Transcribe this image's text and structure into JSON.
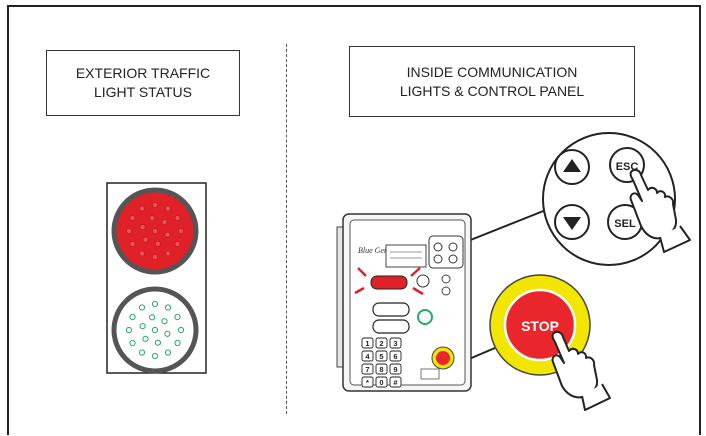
{
  "panels": {
    "exterior": {
      "label": "EXTERIOR TRAFFIC\nLIGHT STATUS"
    },
    "inside": {
      "label": "INSIDE COMMUNICATION\nLIGHTS & CONTROL PANEL"
    }
  },
  "zoom_keys": {
    "esc": "ESC",
    "sel": "SEL"
  },
  "stop_button": {
    "label": "STOP"
  },
  "keypad": [
    "1",
    "2",
    "3",
    "4",
    "5",
    "6",
    "7",
    "8",
    "9",
    "*",
    "0",
    "#"
  ],
  "colors": {
    "red_light": "#e02127",
    "green_light": "#2aa86a",
    "stop_ring": "#f2e600",
    "stop_red": "#e8262b",
    "line": "#222222"
  }
}
